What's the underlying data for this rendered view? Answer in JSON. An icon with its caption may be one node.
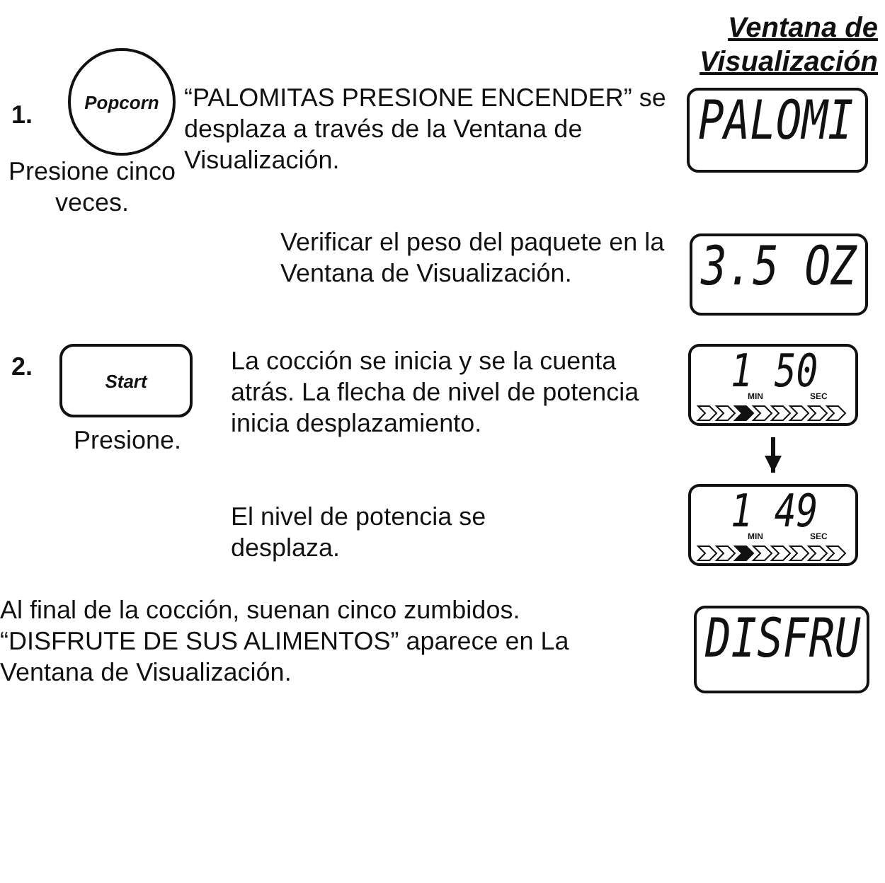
{
  "diagram": {
    "nodes": [
      {
        "text": [
          "Popcorn"
        ],
        "beside": [
          "Presione cinco veces."
        ]
      },
      {
        "text": [
          "Start"
        ],
        "beside": [
          "Presione."
        ]
      },
      {
        "text": [
          "PALOMI"
        ]
      },
      {
        "text": [
          "3.5 OZ"
        ]
      },
      {
        "text": [
          "1 50",
          "MIN",
          "SEC"
        ]
      },
      {
        "text": [
          "1 49",
          "MIN",
          "SEC"
        ]
      },
      {
        "text": [
          "DISFRU"
        ]
      }
    ],
    "edges": [
      {
        "from": 4,
        "to": 5,
        "arrow": "to"
      }
    ],
    "labels": [
      "Ventana de Visualización",
      "1.",
      "“PALOMITAS PRESIONE ENCENDER” se desplaza a través de la Ventana de Visualización.",
      "Verificar el peso del paquete en la Ventana de Visualización.",
      "2.",
      "La cocción se inicia y se la cuenta atrás. La flecha de nivel de potencia inicia desplazamiento.",
      "El nivel de potencia se desplaza.",
      "Al final de la cocción, suenan cinco zumbidos. “DISFRUTE DE SUS ALIMENTOS” aparece en La Ventana de Visualización."
    ]
  }
}
